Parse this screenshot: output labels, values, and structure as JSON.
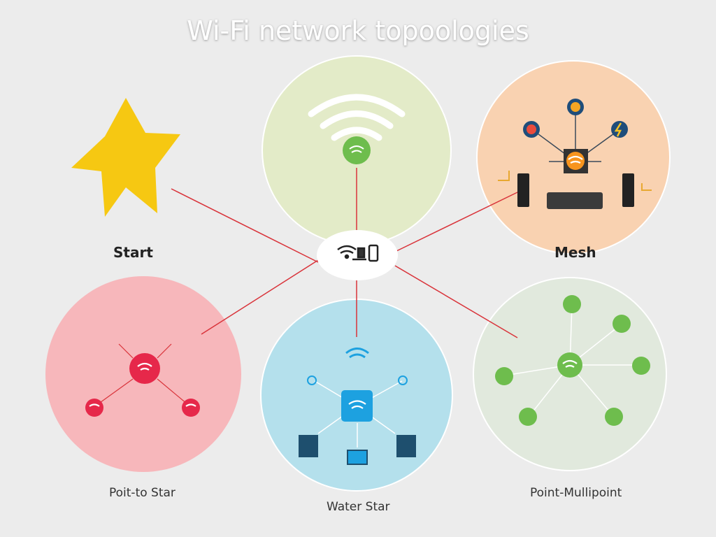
{
  "title": "Wi-Fi network topoologies",
  "labels": {
    "start": "Start",
    "mesh": "Mesh",
    "point_to_star": "Poit-to Star",
    "water_star": "Water Star",
    "point_multipoint": "Point-Mullipoint"
  },
  "colors": {
    "green_circle": "#e3ebc8",
    "mesh_circle": "#f9d2b1",
    "pink_circle": "#f7b7bb",
    "blue_circle": "#b4e0ec",
    "pale_green_circle": "#e1e9dd",
    "links": "#d9333a",
    "star": "#f6c812"
  }
}
